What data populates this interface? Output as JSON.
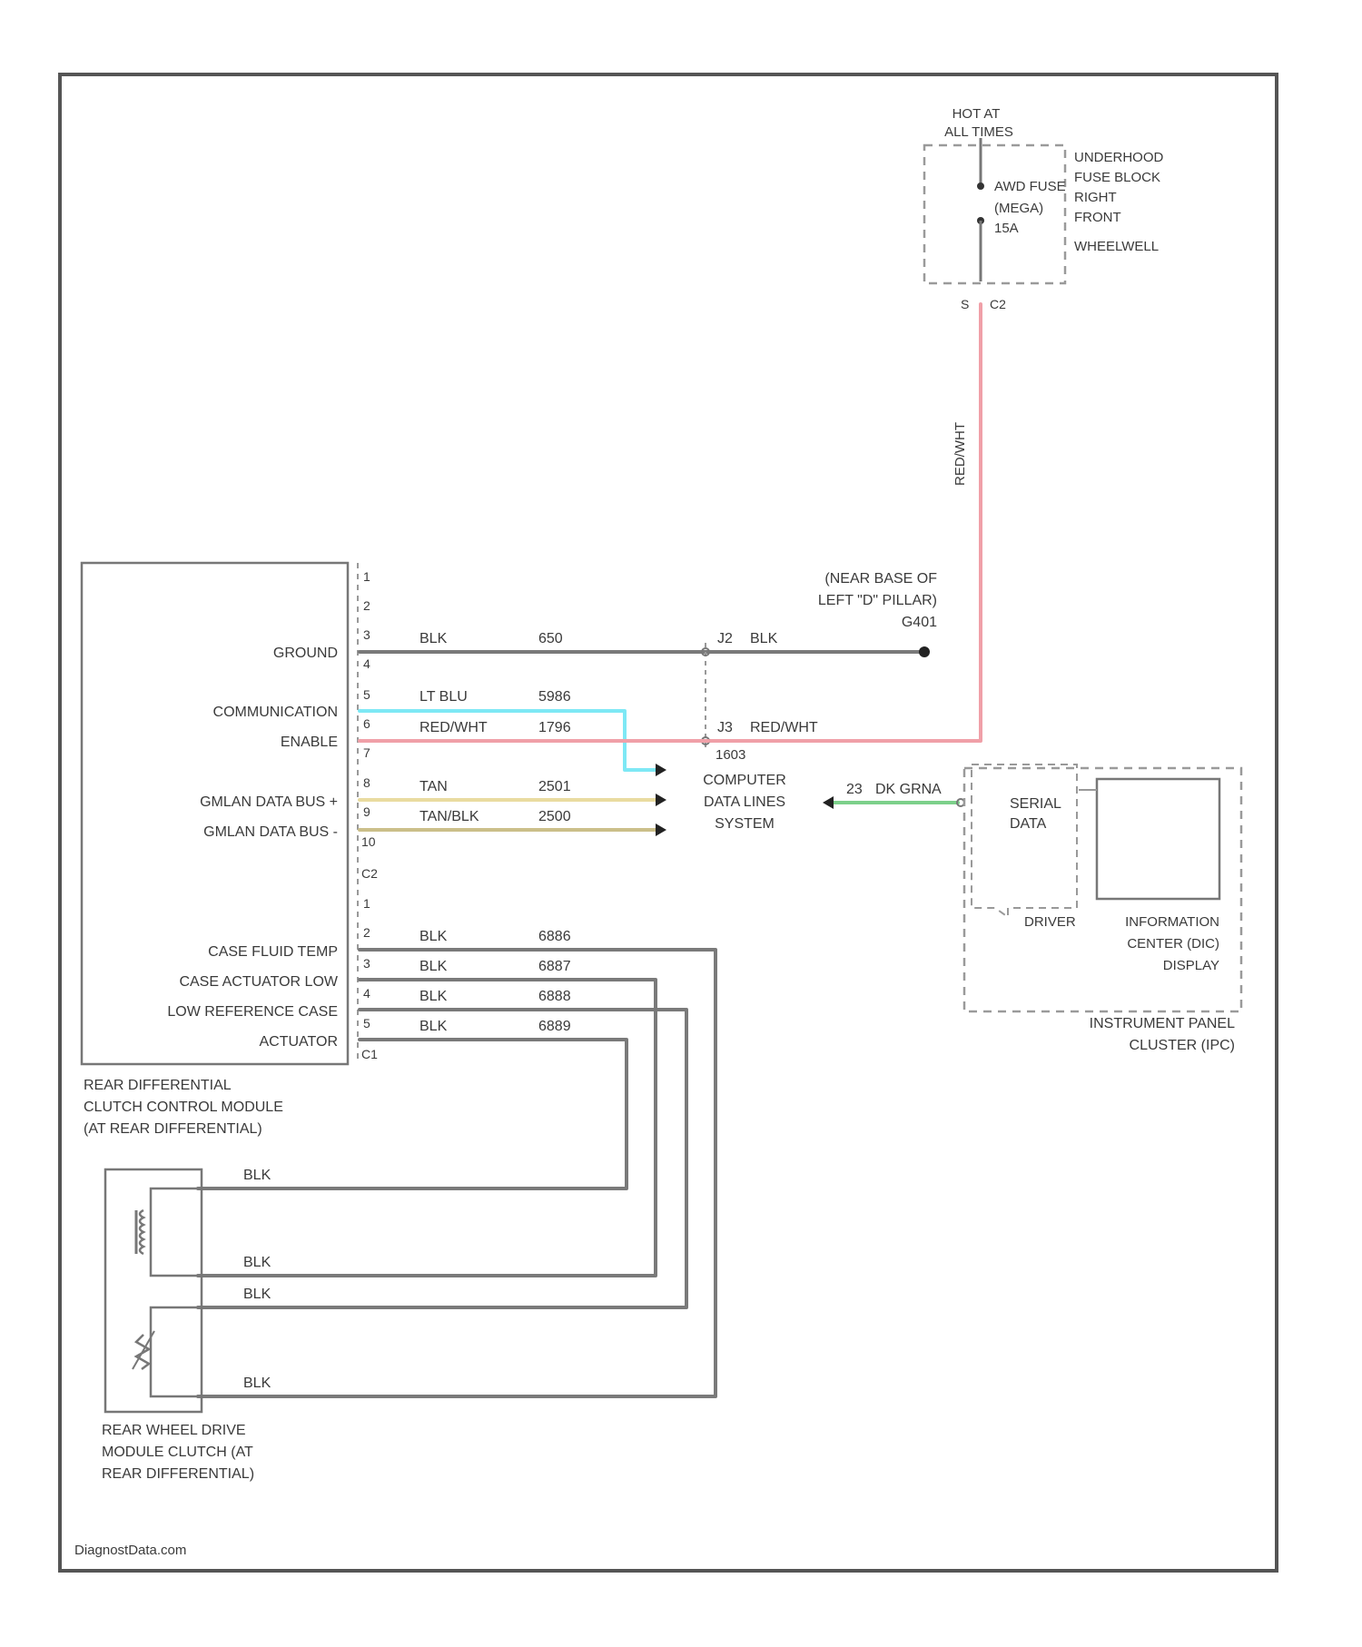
{
  "colors": {
    "gray_wire": "#7a7a7a",
    "red_wire": "#f0a0a8",
    "blue_wire": "#7ee8f5",
    "tan_wire": "#e9dba0",
    "tan_blk_wire": "#cbbf8a",
    "green_wire": "#7cd08a",
    "frame": "#555555"
  },
  "fuse_block": {
    "hot_at": "HOT AT",
    "all_times": "ALL TIMES",
    "fuse_name": "AWD FUSE",
    "fuse_rating": "(MEGA)",
    "fuse_amps": "15A",
    "location": [
      "UNDERHOOD",
      "FUSE BLOCK",
      "RIGHT",
      "FRONT",
      "WHEELWELL"
    ],
    "terminal": "S",
    "connector": "C2"
  },
  "vertical_wire_label": "RED/WHT",
  "ground": {
    "location": [
      "(NEAR BASE OF",
      "LEFT \"D\" PILLAR)",
      "G401"
    ],
    "splice": "J2",
    "splice_wire": "BLK"
  },
  "splice_enable": {
    "id": "J3",
    "wire": "RED/WHT",
    "circuit": "1603"
  },
  "module": {
    "labels": [
      "REAR DIFFERENTIAL",
      "CLUTCH CONTROL MODULE",
      "(AT REAR DIFFERENTIAL)"
    ],
    "pins_top": [
      "1",
      "2",
      "3",
      "4",
      "5",
      "6",
      "7",
      "8",
      "9",
      "10",
      "C2"
    ],
    "pins_bottom": [
      "1",
      "2",
      "3",
      "4",
      "5",
      "C1"
    ],
    "functions": {
      "ground": "GROUND",
      "communication": "COMMUNICATION",
      "enable": "ENABLE",
      "gmlan_hi": "GMLAN DATA BUS +",
      "gmlan_lo": "GMLAN DATA BUS -",
      "case_fluid_temp": "CASE FLUID TEMP",
      "case_actuator_low": "CASE ACTUATOR LOW",
      "low_reference_case": "LOW REFERENCE CASE",
      "actuator": "ACTUATOR"
    }
  },
  "wires": {
    "ground": {
      "color": "BLK",
      "circuit": "650"
    },
    "communication": {
      "color": "LT BLU",
      "circuit": "5986"
    },
    "enable": {
      "color": "RED/WHT",
      "circuit": "1796"
    },
    "gmlan_hi": {
      "color": "TAN",
      "circuit": "2501"
    },
    "gmlan_lo": {
      "color": "TAN/BLK",
      "circuit": "2500"
    },
    "case_fluid_temp": {
      "color": "BLK",
      "circuit": "6886"
    },
    "case_actuator_low": {
      "color": "BLK",
      "circuit": "6887"
    },
    "low_reference_case": {
      "color": "BLK",
      "circuit": "6888"
    },
    "actuator": {
      "color": "BLK",
      "circuit": "6889"
    }
  },
  "computer_data_lines": [
    "COMPUTER",
    "DATA LINES",
    "SYSTEM"
  ],
  "serial_link": {
    "pin": "23",
    "color": "DK GRN",
    "connector": "A"
  },
  "cluster": {
    "serial_data": [
      "SERIAL",
      "DATA"
    ],
    "dic_ref": "DRIVER",
    "dic": [
      "INFORMATION",
      "CENTER (DIC)",
      "DISPLAY"
    ],
    "name": [
      "INSTRUMENT PANEL",
      "CLUSTER (IPC)"
    ]
  },
  "actuator_wires": [
    "BLK",
    "BLK",
    "BLK",
    "BLK"
  ],
  "clutch": {
    "labels": [
      "REAR WHEEL DRIVE",
      "MODULE CLUTCH (AT",
      "REAR DIFFERENTIAL)"
    ]
  },
  "footer": "DiagnostData.com"
}
